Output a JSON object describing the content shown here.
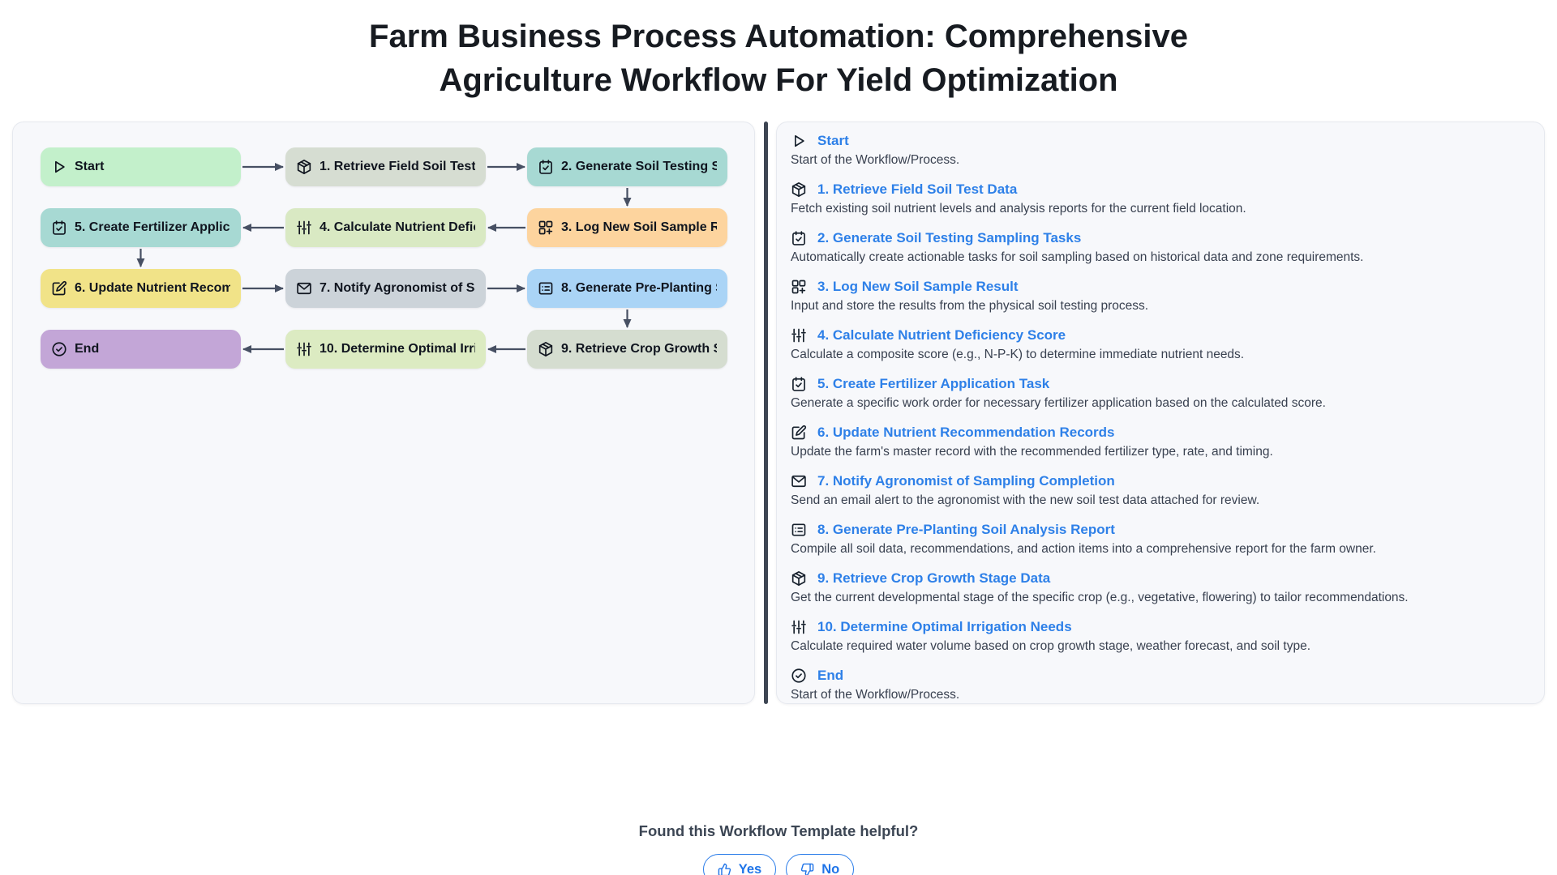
{
  "page": {
    "title": "Farm Business Process Automation: Comprehensive Agriculture Workflow For Yield Optimization"
  },
  "theme": {
    "accent_blue": "#2e80e8",
    "arrow_color": "#475063",
    "divider_color": "#3d4553",
    "panel_background": "#f7f8fb"
  },
  "flowchart": {
    "nodes": [
      {
        "id": "start",
        "label": "Start",
        "icon": "play-icon",
        "color": "#c3f0cb",
        "col": 0,
        "row": 0
      },
      {
        "id": "n1",
        "label": "1. Retrieve Field Soil Test Data",
        "icon": "package-icon",
        "color": "#d6ddd2",
        "col": 1,
        "row": 0
      },
      {
        "id": "n2",
        "label": "2. Generate Soil Testing Sampling Tasks",
        "icon": "calendar-check-icon",
        "color": "#a7d9d3",
        "col": 2,
        "row": 0
      },
      {
        "id": "n3",
        "label": "3. Log New Soil Sample Result",
        "icon": "grid-plus-icon",
        "color": "#fdd49e",
        "col": 2,
        "row": 1
      },
      {
        "id": "n4",
        "label": "4. Calculate Nutrient Deficiency Score",
        "icon": "sliders-icon",
        "color": "#d9e9c3",
        "col": 1,
        "row": 1
      },
      {
        "id": "n5",
        "label": "5. Create Fertilizer Application Task",
        "icon": "calendar-check-icon",
        "color": "#a7d9d3",
        "col": 0,
        "row": 1
      },
      {
        "id": "n6",
        "label": "6. Update Nutrient Recommendation Records",
        "icon": "edit-icon",
        "color": "#f1e388",
        "col": 0,
        "row": 2
      },
      {
        "id": "n7",
        "label": "7. Notify Agronomist of Sampling Completion",
        "icon": "mail-icon",
        "color": "#ccd3d9",
        "col": 1,
        "row": 2
      },
      {
        "id": "n8",
        "label": "8. Generate Pre-Planting Soil Analysis Report",
        "icon": "report-icon",
        "color": "#aad4f6",
        "col": 2,
        "row": 2
      },
      {
        "id": "n9",
        "label": "9. Retrieve Crop Growth Stage Data",
        "icon": "package-icon",
        "color": "#d5ddd0",
        "col": 2,
        "row": 3
      },
      {
        "id": "n10",
        "label": "10. Determine Optimal Irrigation Needs",
        "icon": "sliders-icon",
        "color": "#dcebc2",
        "col": 1,
        "row": 3
      },
      {
        "id": "end",
        "label": "End",
        "icon": "circle-check-icon",
        "color": "#c3a6d7",
        "col": 0,
        "row": 3
      }
    ],
    "edges": [
      {
        "from": "start",
        "to": "n1"
      },
      {
        "from": "n1",
        "to": "n2"
      },
      {
        "from": "n2",
        "to": "n3"
      },
      {
        "from": "n3",
        "to": "n4"
      },
      {
        "from": "n4",
        "to": "n5"
      },
      {
        "from": "n5",
        "to": "n6"
      },
      {
        "from": "n6",
        "to": "n7"
      },
      {
        "from": "n7",
        "to": "n8"
      },
      {
        "from": "n8",
        "to": "n9"
      },
      {
        "from": "n9",
        "to": "n10"
      },
      {
        "from": "n10",
        "to": "end"
      }
    ]
  },
  "legend": {
    "items": [
      {
        "icon": "play-icon",
        "title": "Start",
        "description": "Start of the Workflow/Process."
      },
      {
        "icon": "package-icon",
        "title": "1. Retrieve Field Soil Test Data",
        "description": "Fetch existing soil nutrient levels and analysis reports for the current field location."
      },
      {
        "icon": "calendar-check-icon",
        "title": "2. Generate Soil Testing Sampling Tasks",
        "description": "Automatically create actionable tasks for soil sampling based on historical data and zone requirements."
      },
      {
        "icon": "grid-plus-icon",
        "title": "3. Log New Soil Sample Result",
        "description": "Input and store the results from the physical soil testing process."
      },
      {
        "icon": "sliders-icon",
        "title": "4. Calculate Nutrient Deficiency Score",
        "description": "Calculate a composite score (e.g., N-P-K) to determine immediate nutrient needs."
      },
      {
        "icon": "calendar-check-icon",
        "title": "5. Create Fertilizer Application Task",
        "description": "Generate a specific work order for necessary fertilizer application based on the calculated score."
      },
      {
        "icon": "edit-icon",
        "title": "6. Update Nutrient Recommendation Records",
        "description": "Update the farm's master record with the recommended fertilizer type, rate, and timing."
      },
      {
        "icon": "mail-icon",
        "title": "7. Notify Agronomist of Sampling Completion",
        "description": "Send an email alert to the agronomist with the new soil test data attached for review."
      },
      {
        "icon": "report-icon",
        "title": "8. Generate Pre-Planting Soil Analysis Report",
        "description": "Compile all soil data, recommendations, and action items into a comprehensive report for the farm owner."
      },
      {
        "icon": "package-icon",
        "title": "9. Retrieve Crop Growth Stage Data",
        "description": "Get the current developmental stage of the specific crop (e.g., vegetative, flowering) to tailor recommendations."
      },
      {
        "icon": "sliders-icon",
        "title": "10. Determine Optimal Irrigation Needs",
        "description": "Calculate required water volume based on crop growth stage, weather forecast, and soil type."
      },
      {
        "icon": "circle-check-icon",
        "title": "End",
        "description": "Start of the Workflow/Process."
      }
    ]
  },
  "footer": {
    "question": "Found this Workflow Template helpful?",
    "yes_label": "Yes",
    "no_label": "No"
  }
}
